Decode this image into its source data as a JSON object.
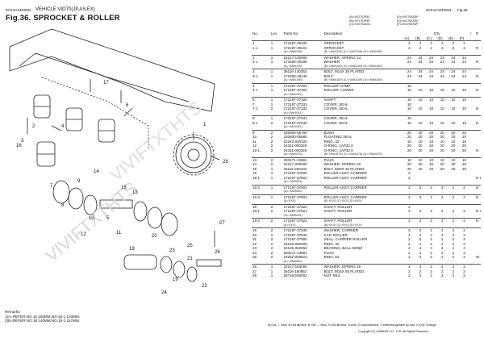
{
  "header": {
    "doc_id_left": "0CK10-M33003",
    "vehicle": "VEHICLE VIO70(JP,AS,EX)",
    "fig_title": "Fig.36.  SPROCKET & ROLLER",
    "doc_id_right": "0CK10-M33003",
    "fig_right": "Fig.36"
  },
  "model_legend": [
    "(A)=VIO70JP5C",
    "(B)=VIO70JP5P",
    "(C)=VIO70AS5C"
  ],
  "model_legend2": [
    "(D)=VIO70AS5P",
    "(E)=VIO70EX5C",
    "(F)=VIO70EX5P"
  ],
  "columns": {
    "no": "No.",
    "lev": "Lev.",
    "parts_no": "Parts No.",
    "description": "Description",
    "qty": "Q'ty",
    "i": "I",
    "r": "R",
    "qty_cols": [
      "(A)",
      "(B)",
      "(C)",
      "(D)",
      "(E)",
      "(F)"
    ]
  },
  "rows": [
    {
      "type": "grp",
      "no": "1",
      "lev": "1",
      "part": "172187-29100",
      "desc": "SPROCKET",
      "q": [
        "2",
        "2",
        "2",
        "2",
        "2",
        "2"
      ],
      "i": "",
      "r": ""
    },
    {
      "type": "row",
      "no": "1-1",
      "lev": "1",
      "part": "172187-29101",
      "desc": "SPROCKET",
      "q": [
        "2",
        "2",
        "2",
        "2",
        "2",
        "2"
      ],
      "i": "",
      "r": "R"
    },
    {
      "type": "sub",
      "no": "",
      "lev": "",
      "part": "(A>=M#0256)",
      "desc": "(B>=M#0256)    (C>=M#0256)   (D>=M#0256)",
      "q": [
        "",
        "",
        "",
        "",
        "",
        ""
      ],
      "i": "",
      "r": ""
    },
    {
      "type": "grp",
      "no": "2",
      "lev": "1",
      "part": "22217-140000",
      "desc": "WASHER, SPRING 14",
      "q": [
        "24",
        "24",
        "24",
        "24",
        "24",
        "24"
      ],
      "i": "",
      "r": ""
    },
    {
      "type": "row",
      "no": "2-1",
      "lev": "1",
      "part": "172455-29190",
      "desc": "WASHER",
      "q": [
        "24",
        "24",
        "24",
        "24",
        "24",
        "24"
      ],
      "i": "",
      "r": "N"
    },
    {
      "type": "sub",
      "no": "",
      "lev": "",
      "part": "(A>=M#0189)",
      "desc": "(B>=M#0189)    (C>=M#0189)   (D>=M#0189)",
      "q": [
        "",
        "",
        "",
        "",
        "",
        ""
      ],
      "i": "",
      "r": ""
    },
    {
      "type": "grp",
      "no": "3",
      "lev": "1",
      "part": "26116-140352",
      "desc": "BOLT, M14X 35 PLATED",
      "q": [
        "24",
        "24",
        "24",
        "24",
        "24",
        "24"
      ],
      "i": "",
      "r": ""
    },
    {
      "type": "row",
      "no": "3-1",
      "lev": "1",
      "part": "172455-29140",
      "desc": "BOLT",
      "q": [
        "24",
        "24",
        "24",
        "24",
        "24",
        "24"
      ],
      "i": "",
      "r": "N"
    },
    {
      "type": "sub",
      "no": "",
      "lev": "",
      "part": "(A>=M#0189)",
      "desc": "(B>=M#0189)    (C>=M#0189)   (D>=M#0189)",
      "q": [
        "",
        "",
        "",
        "",
        "",
        ""
      ],
      "i": "",
      "r": ""
    },
    {
      "type": "grp",
      "no": "4",
      "lev": "1",
      "part": "172187-37301",
      "desc": "ROLLER COMP.",
      "q": [
        "10",
        "",
        "",
        "",
        "",
        ""
      ],
      "i": "",
      "r": ""
    },
    {
      "type": "row",
      "no": "4-1",
      "lev": "1",
      "part": "172187-37302",
      "desc": "ROLLER, LOWER",
      "q": [
        "10",
        "10",
        "10",
        "10",
        "10",
        "10"
      ],
      "i": "",
      "r": "N"
    },
    {
      "type": "sub",
      "no": "",
      "lev": "",
      "part": "(A>=M#1041)",
      "desc": "",
      "q": [
        "",
        "",
        "",
        "",
        "",
        ""
      ],
      "i": "",
      "r": ""
    },
    {
      "type": "grp",
      "no": "5",
      "lev": "1",
      "part": "172187-37320",
      "desc": "SHAFT",
      "q": [
        "10",
        "10",
        "10",
        "10",
        "10",
        "10"
      ],
      "i": "",
      "r": ""
    },
    {
      "type": "row",
      "no": "7",
      "lev": "1",
      "part": "172187-37331",
      "desc": "COVER, SEAL",
      "q": [
        "10",
        "",
        "",
        "",
        "",
        ""
      ],
      "i": "",
      "r": ""
    },
    {
      "type": "row",
      "no": "7-1",
      "lev": "2",
      "part": "172187-37332",
      "desc": "COVER, SEAL",
      "q": [
        "10",
        "10",
        "10",
        "10",
        "10",
        "10"
      ],
      "i": "",
      "r": "N"
    },
    {
      "type": "sub",
      "no": "",
      "lev": "",
      "part": "(A>=M#1041)",
      "desc": "",
      "q": [
        "",
        "",
        "",
        "",
        "",
        ""
      ],
      "i": "",
      "r": ""
    },
    {
      "type": "grp",
      "no": "8",
      "lev": "1",
      "part": "172187-37341",
      "desc": "COVER, SEAL",
      "q": [
        "10",
        "",
        "",
        "",
        "",
        ""
      ],
      "i": "",
      "r": ""
    },
    {
      "type": "row",
      "no": "8-1",
      "lev": "2",
      "part": "172187-37342",
      "desc": "COVER, SEAL",
      "q": [
        "10",
        "10",
        "10",
        "10",
        "10",
        "10"
      ],
      "i": "",
      "r": "N"
    },
    {
      "type": "sub",
      "no": "",
      "lev": "",
      "part": "(A>=M#1041)",
      "desc": "",
      "q": [
        "",
        "",
        "",
        "",
        "",
        ""
      ],
      "i": "",
      "r": ""
    },
    {
      "type": "grp",
      "no": "9",
      "lev": "2",
      "part": "182800-55790",
      "desc": "BUSH",
      "q": [
        "20",
        "20",
        "20",
        "20",
        "20",
        "20"
      ],
      "i": "",
      "r": ""
    },
    {
      "type": "row",
      "no": "10",
      "lev": "2",
      "part": "182800-55680",
      "desc": "FLOATING SEAL",
      "q": [
        "20",
        "20",
        "20",
        "20",
        "20",
        "20"
      ],
      "i": "",
      "r": ""
    },
    {
      "type": "row",
      "no": "11",
      "lev": "2",
      "part": "22242-000320",
      "desc": "RING, 32",
      "q": [
        "10",
        "10",
        "10",
        "10",
        "10",
        "10"
      ],
      "i": "",
      "r": ""
    },
    {
      "type": "row",
      "no": "12",
      "lev": "2",
      "part": "24311-000320",
      "desc": "O-RING, 1AP32.0",
      "q": [
        "20",
        "20",
        "20",
        "20",
        "20",
        "20"
      ],
      "i": "",
      "r": ""
    },
    {
      "type": "row",
      "no": "12-1",
      "lev": "2",
      "part": "24311-000320",
      "desc": "O-RING, 1AP32.0",
      "q": [
        "20",
        "20",
        "20",
        "20",
        "20",
        "20"
      ],
      "i": "",
      "r": "N"
    },
    {
      "type": "sub",
      "no": "",
      "lev": "",
      "part": "(A>=M#1675)",
      "desc": "(B>=M#1675)    (C>=M#1675)   (D>=M#1675)",
      "q": [
        "",
        "",
        "",
        "",
        "",
        ""
      ],
      "i": "",
      "r": ""
    },
    {
      "type": "grp",
      "no": "13",
      "lev": "2",
      "part": "333171-13691",
      "desc": "PLUG",
      "q": [
        "10",
        "10",
        "10",
        "10",
        "10",
        "10"
      ],
      "i": "",
      "r": ""
    },
    {
      "type": "row",
      "no": "14",
      "lev": "2",
      "part": "22217-200000",
      "desc": "WASHER, SPRING 20",
      "q": [
        "20",
        "20",
        "20",
        "20",
        "20",
        "20"
      ],
      "i": "",
      "r": ""
    },
    {
      "type": "row",
      "no": "15",
      "lev": "1",
      "part": "26116-200402",
      "desc": "BOLT, M20X 40 PLATED",
      "q": [
        "20",
        "20",
        "20",
        "20",
        "20",
        "20"
      ],
      "i": "",
      "r": ""
    },
    {
      "type": "row",
      "no": "16",
      "lev": "1",
      "part": "172187-37500",
      "desc": "ROLLER ASSY, CARRIER",
      "q": [
        "2",
        "",
        "",
        "",
        "",
        ""
      ],
      "i": "",
      "r": ""
    },
    {
      "type": "row",
      "no": "16-1",
      "lev": "1",
      "part": "172187-37501",
      "desc": "ROLLER ASSY, CARRIER",
      "q": [
        "2",
        "",
        "",
        "",
        "",
        ""
      ],
      "i": "",
      "r": "N 1"
    },
    {
      "type": "sub",
      "no": "",
      "lev": "",
      "part": "(A>=M#0624)",
      "desc": "",
      "q": [
        "",
        "",
        "",
        "",
        "",
        ""
      ],
      "i": "",
      "r": ""
    },
    {
      "type": "grp",
      "no": "16-2",
      "lev": "1",
      "part": "172187-37502",
      "desc": "ROLLER ASSY, CARRIER",
      "q": [
        "2",
        "2",
        "2",
        "2",
        "2",
        "2"
      ],
      "i": "",
      "r": "N"
    },
    {
      "type": "sub",
      "no": "",
      "lev": "",
      "part": "(A>=M#0862)",
      "desc": "",
      "q": [
        "",
        "",
        "",
        "",
        "",
        ""
      ],
      "i": "",
      "r": ""
    },
    {
      "type": "grp",
      "no": "16-3",
      "lev": "1",
      "part": "172187-37503",
      "desc": "ROLLER ASSY, CARRIER",
      "q": [
        "2",
        "2",
        "2",
        "2",
        "2",
        "2"
      ],
      "i": "",
      "r": "N"
    },
    {
      "type": "sub",
      "no": "",
      "lev": "",
      "part": "(A>XXX)",
      "desc": "(B>XXX)    (C>XXX)   (D>XXX)",
      "q": [
        "",
        "",
        "",
        "",
        "",
        ""
      ],
      "i": "",
      "r": ""
    },
    {
      "type": "grp",
      "no": "18",
      "lev": "2",
      "part": "172187-37520",
      "desc": "SHAFT, ROLLER",
      "q": [
        "2",
        "",
        "",
        "",
        "",
        ""
      ],
      "i": "",
      "r": ""
    },
    {
      "type": "row",
      "no": "18-1",
      "lev": "2",
      "part": "172187-37521",
      "desc": "SHAFT, ROLLER",
      "q": [
        "2",
        "2",
        "2",
        "2",
        "2",
        "2"
      ],
      "i": "",
      "r": "N 2"
    },
    {
      "type": "sub",
      "no": "",
      "lev": "",
      "part": "(A>=M#0624)",
      "desc": "",
      "q": [
        "",
        "",
        "",
        "",
        "",
        ""
      ],
      "i": "",
      "r": ""
    },
    {
      "type": "grp",
      "no": "18-2",
      "lev": "2",
      "part": "172187-37522",
      "desc": "SHAFT, ROLLER",
      "q": [
        "2",
        "2",
        "2",
        "2",
        "2",
        "2"
      ],
      "i": "",
      "r": "N"
    },
    {
      "type": "sub",
      "no": "",
      "lev": "",
      "part": "(A>XXX)",
      "desc": "(B>XXX)    (C>XXX)   (D>XXX)",
      "q": [
        "",
        "",
        "",
        "",
        "",
        ""
      ],
      "i": "",
      "r": ""
    },
    {
      "type": "grp",
      "no": "19",
      "lev": "2",
      "part": "172187-37530",
      "desc": "WASHER, CARRIER",
      "q": [
        "2",
        "2",
        "2",
        "2",
        "2",
        "2"
      ],
      "i": "",
      "r": ""
    },
    {
      "type": "row",
      "no": "20",
      "lev": "2",
      "part": "172187-37540",
      "desc": "CAP, ROLLER",
      "q": [
        "2",
        "2",
        "2",
        "2",
        "2",
        "2"
      ],
      "i": "",
      "r": ""
    },
    {
      "type": "row",
      "no": "21",
      "lev": "2",
      "part": "172187-37550",
      "desc": "SEAL, CARRIER ROLLER",
      "q": [
        "2",
        "2",
        "2",
        "2",
        "2",
        "2"
      ],
      "i": "",
      "r": ""
    },
    {
      "type": "row",
      "no": "22",
      "lev": "2",
      "part": "22242-000300",
      "desc": "RING, 30",
      "q": [
        "2",
        "2",
        "2",
        "2",
        "2",
        "2"
      ],
      "i": "",
      "r": ""
    },
    {
      "type": "row",
      "no": "23",
      "lev": "2",
      "part": "24105-062064",
      "desc": "BEARING, BALL 6206Z",
      "q": [
        "4",
        "4",
        "4",
        "4",
        "4",
        "4"
      ],
      "i": "",
      "r": ""
    },
    {
      "type": "row",
      "no": "24",
      "lev": "2",
      "part": "933171-13691",
      "desc": "PLUG",
      "q": [
        "2",
        "2",
        "2",
        "2",
        "2",
        "2"
      ],
      "i": "",
      "r": ""
    },
    {
      "type": "row",
      "no": "25",
      "lev": "2",
      "part": "22252-000621",
      "desc": "RING, 62",
      "q": [
        "2",
        "2",
        "2",
        "2",
        "2",
        "2"
      ],
      "i": "",
      "r": "W"
    },
    {
      "type": "sub",
      "no": "",
      "lev": "",
      "part": "(A>=M#0862)",
      "desc": "",
      "q": [
        "",
        "",
        "",
        "",
        "",
        ""
      ],
      "i": "",
      "r": ""
    },
    {
      "type": "grp",
      "no": "26",
      "lev": "1",
      "part": "22217-160000",
      "desc": "WASHER, SPRING 16",
      "q": [
        "2",
        "2",
        "2",
        "2",
        "2",
        "2"
      ],
      "i": "",
      "r": ""
    },
    {
      "type": "row",
      "no": "27",
      "lev": "1",
      "part": "26116-160852",
      "desc": "BOLT, M16X 85 PLATED",
      "q": [
        "2",
        "2",
        "2",
        "2",
        "2",
        "2"
      ],
      "i": "",
      "r": ""
    },
    {
      "type": "row",
      "no": "28",
      "lev": "1",
      "part": "26716-160002",
      "desc": "NUT, M16",
      "q": [
        "2",
        "2",
        "2",
        "2",
        "2",
        "2"
      ],
      "i": "",
      "r": ""
    }
  ],
  "remarks": {
    "title": "Remarks",
    "line1": "1)A=REFER NO.16 100MM,NO.16-1 120MM.",
    "line2": "2)B=REFER NO.18 140MM,NO.18-1 157MM."
  },
  "footer": {
    "legend": "M:Old → New, B:Old ⇆ New, R:Old → New, S:Old ⇆ New, N:Add, Z:Discontinued, Y:Interchangeable by unit, K:Q'ty Change",
    "copyright": "Copyright (C) YANMAR CO., LTD. All Rights Reserved."
  },
  "callouts": [
    "1",
    "2",
    "3",
    "4",
    "5",
    "7",
    "8",
    "9",
    "10",
    "11",
    "12",
    "13",
    "14",
    "15",
    "16",
    "18",
    "19",
    "20",
    "21",
    "22",
    "23",
    "24",
    "25",
    "26",
    "27",
    "28",
    "17",
    "6"
  ]
}
